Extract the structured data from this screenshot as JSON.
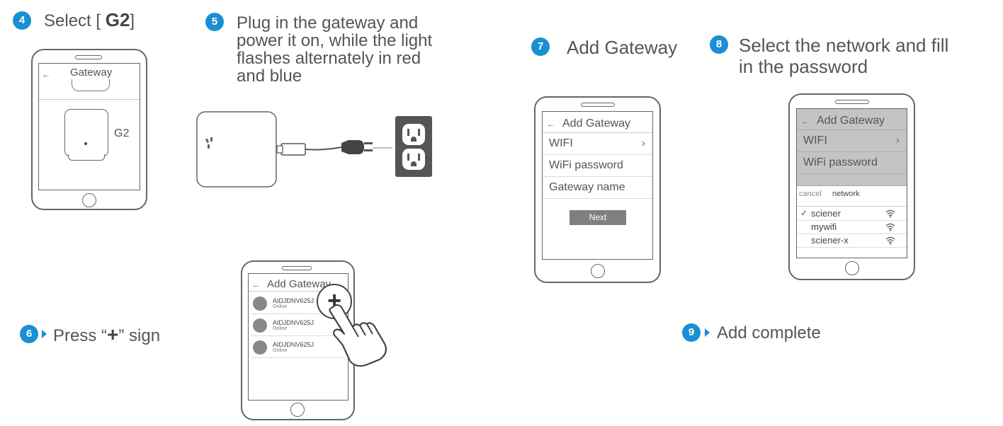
{
  "steps": {
    "s4": {
      "num": "4",
      "text_prefix": "Select [",
      "text_bold": "G2",
      "text_suffix": "]"
    },
    "s5": {
      "num": "5",
      "lines": [
        "Plug in the gateway and",
        "power it on, while the light",
        "flashes alternately in red",
        "and blue"
      ]
    },
    "s6": {
      "num": "6",
      "text_prefix": "Press “",
      "plus": "+",
      "text_suffix": "” sign"
    },
    "s7": {
      "num": "7",
      "text": "Add Gateway"
    },
    "s8": {
      "num": "8",
      "lines": [
        "Select the network and fill",
        "in the password"
      ]
    },
    "s9": {
      "num": "9",
      "text": "Add complete"
    }
  },
  "phone4": {
    "title": "Gateway",
    "device_label": "G2"
  },
  "phone6": {
    "title": "Add Gateway",
    "devices": [
      {
        "name": "AIDJDNV625J",
        "status": "Online"
      },
      {
        "name": "AIDJDNV625J",
        "status": "Online"
      },
      {
        "name": "AIDJDNV625J",
        "status": "Online"
      }
    ],
    "plus": "+"
  },
  "phone7": {
    "title": "Add Gateway",
    "rows": [
      "WIFI",
      "WiFi password",
      "Gateway name"
    ],
    "button": "Next"
  },
  "phone8": {
    "title": "Add Gateway",
    "rows": [
      "WIFI",
      "WiFi password"
    ],
    "picker_cancel": "cancel",
    "picker_title": "network",
    "networks": [
      {
        "name": "sciener",
        "selected": true
      },
      {
        "name": "mywifi",
        "selected": false
      },
      {
        "name": "sciener-x",
        "selected": false
      }
    ]
  },
  "colors": {
    "accent": "#1a8fd3",
    "outlet": "#555555"
  },
  "icons": {
    "back": "arrow-left-icon",
    "chevron": "chevron-right-icon",
    "wifi": "wifi-icon",
    "check": "checkmark-icon",
    "hand": "pointing-hand-icon"
  }
}
